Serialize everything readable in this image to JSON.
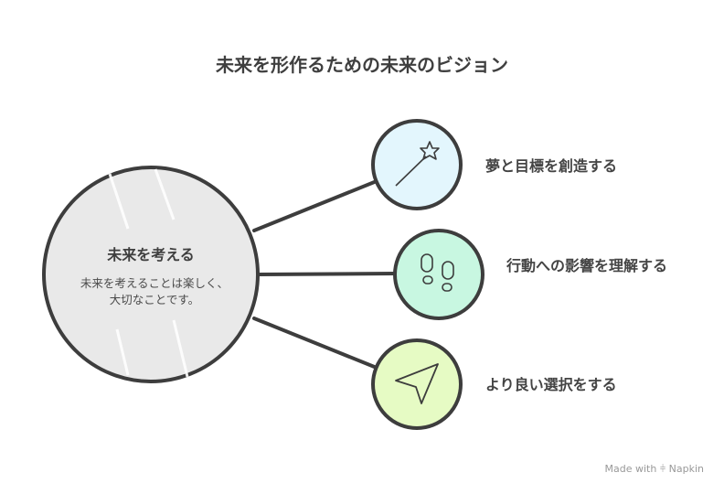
{
  "title": "未来を形作るための未来のビジョン",
  "center": {
    "title": "未来を考える",
    "description": "未来を考えることは楽しく、大切なことです。"
  },
  "branches": [
    {
      "label": "夢と目標を創造する",
      "icon": "magic-wand-icon",
      "color": "#e3f6fd"
    },
    {
      "label": "行動への影響を理解する",
      "icon": "footprints-icon",
      "color": "#c8f7e1"
    },
    {
      "label": "より良い選択をする",
      "icon": "navigation-arrow-icon",
      "color": "#e6fbc4"
    }
  ],
  "footer": {
    "made_with": "Made with",
    "brand": "Napkin"
  }
}
